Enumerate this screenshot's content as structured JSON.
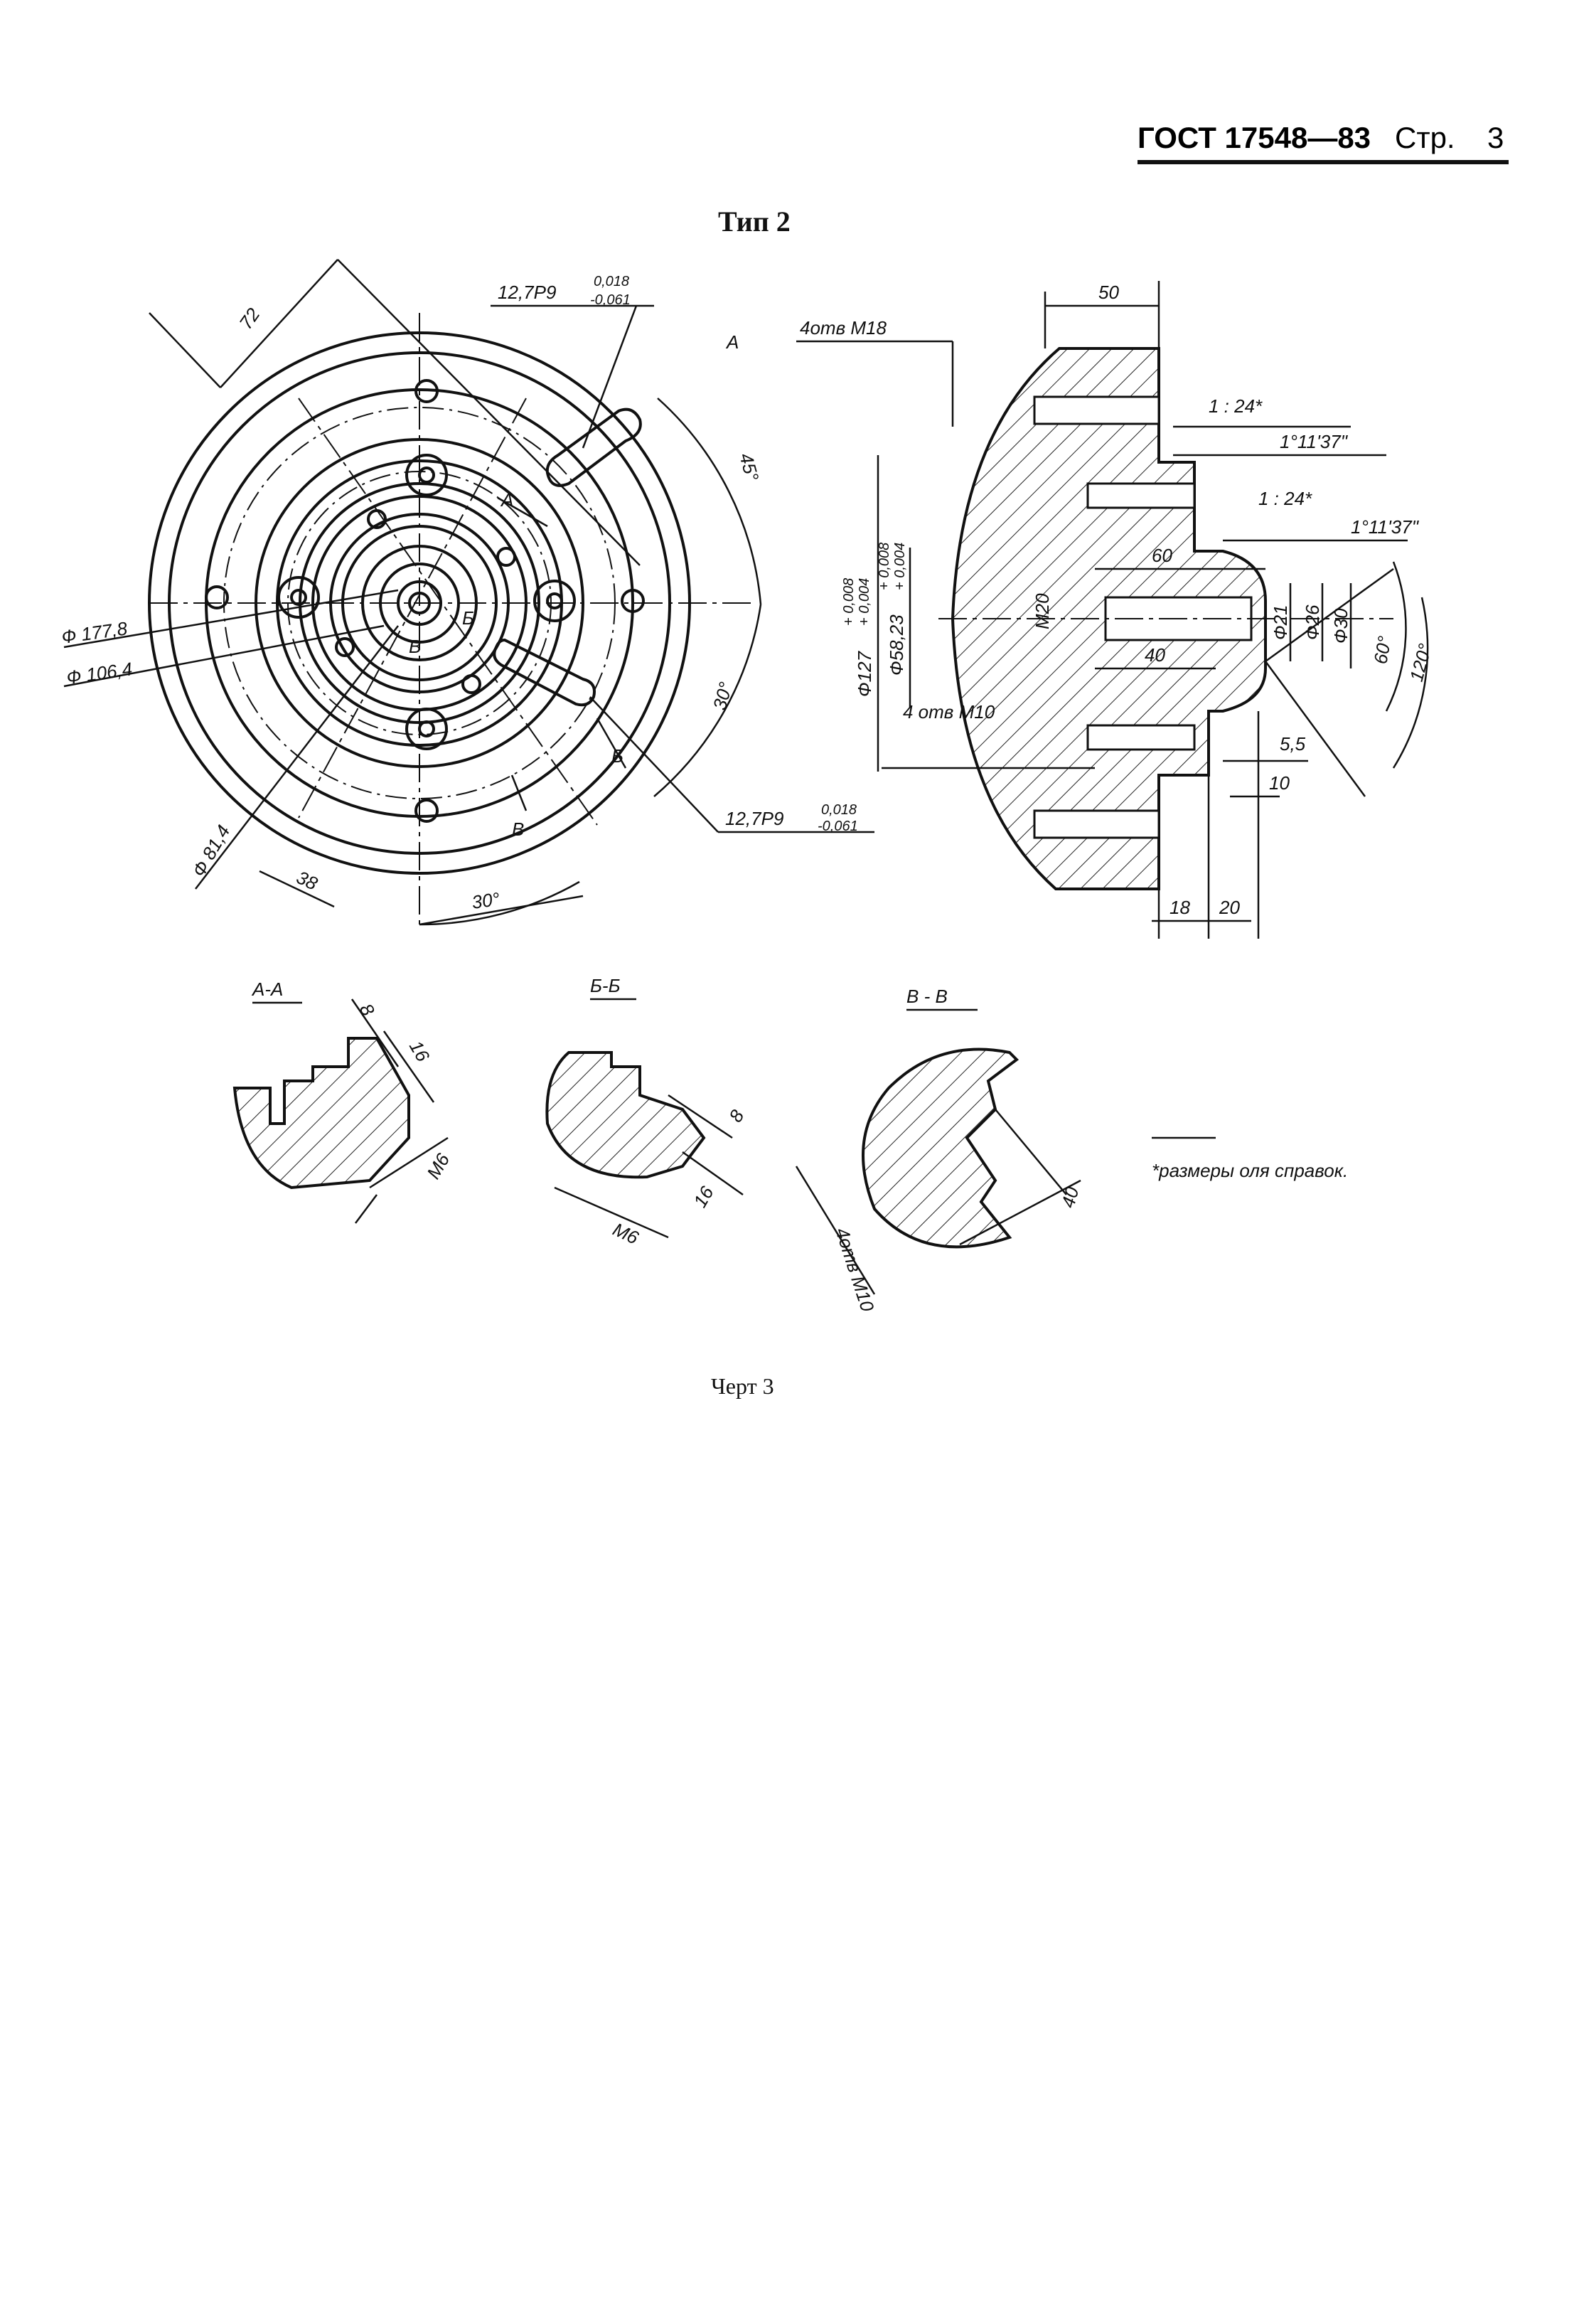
{
  "header": {
    "gost": "ГОСТ 17548—83",
    "page_label": "Стр.",
    "page_number": "3"
  },
  "title": "Тип 2",
  "caption": "Черт 3",
  "footnote": "*размеры оля справок.",
  "front_view": {
    "dim_72": "72",
    "dim_key_top": "12,7Р9",
    "dim_key_top_tol_upper": "0,018",
    "dim_key_top_tol_lower": "-0,061",
    "dim_key_bottom": "12,7Р9",
    "dim_key_bottom_tol_upper": "0,018",
    "dim_key_bottom_tol_lower": "-0,061",
    "dim_d177": "Ф 177,8",
    "dim_d106": "Ф 106,4",
    "dim_d81": "Ф 81,4",
    "dim_38": "38",
    "angle_45": "45°",
    "angle_30_right": "30°",
    "angle_30_bottom": "30°",
    "label_A": "А",
    "label_A2": "А",
    "label_B": "Б",
    "label_B2": "Б",
    "label_V": "В",
    "label_V2": "В"
  },
  "section_view": {
    "dim_50": "50",
    "holes_m18": "4отв М18",
    "taper_1": "1 : 24*",
    "angle_1": "1°11'37\"",
    "taper_2": "1 : 24*",
    "angle_2": "1°11'37\"",
    "dim_60": "60",
    "dim_40": "40",
    "thread_m20": "М20",
    "dim_d127": "Ф127",
    "dim_d127_tol_upper": "+ 0,008",
    "dim_d127_tol_lower": "+ 0,004",
    "dim_d58": "Ф58,23",
    "dim_d58_tol_upper": "+ 0,008",
    "dim_d58_tol_lower": "+ 0,004",
    "dim_d21": "Ф21",
    "dim_d26": "Ф26",
    "dim_d30": "Ф30",
    "angle_60": "60°",
    "angle_120": "120°",
    "holes_m10": "4 отв М10",
    "dim_5_5": "5,5",
    "dim_10": "10",
    "dim_18": "18",
    "dim_20": "20"
  },
  "details": {
    "aa_title": "А-А",
    "aa_8": "8",
    "aa_16": "16",
    "aa_m6": "М6",
    "bb_title": "Б-Б",
    "bb_8": "8",
    "bb_16": "16",
    "bb_m6": "М6",
    "vv_title": "В - В",
    "vv_40": "40",
    "vv_holes": "4отв М10"
  }
}
